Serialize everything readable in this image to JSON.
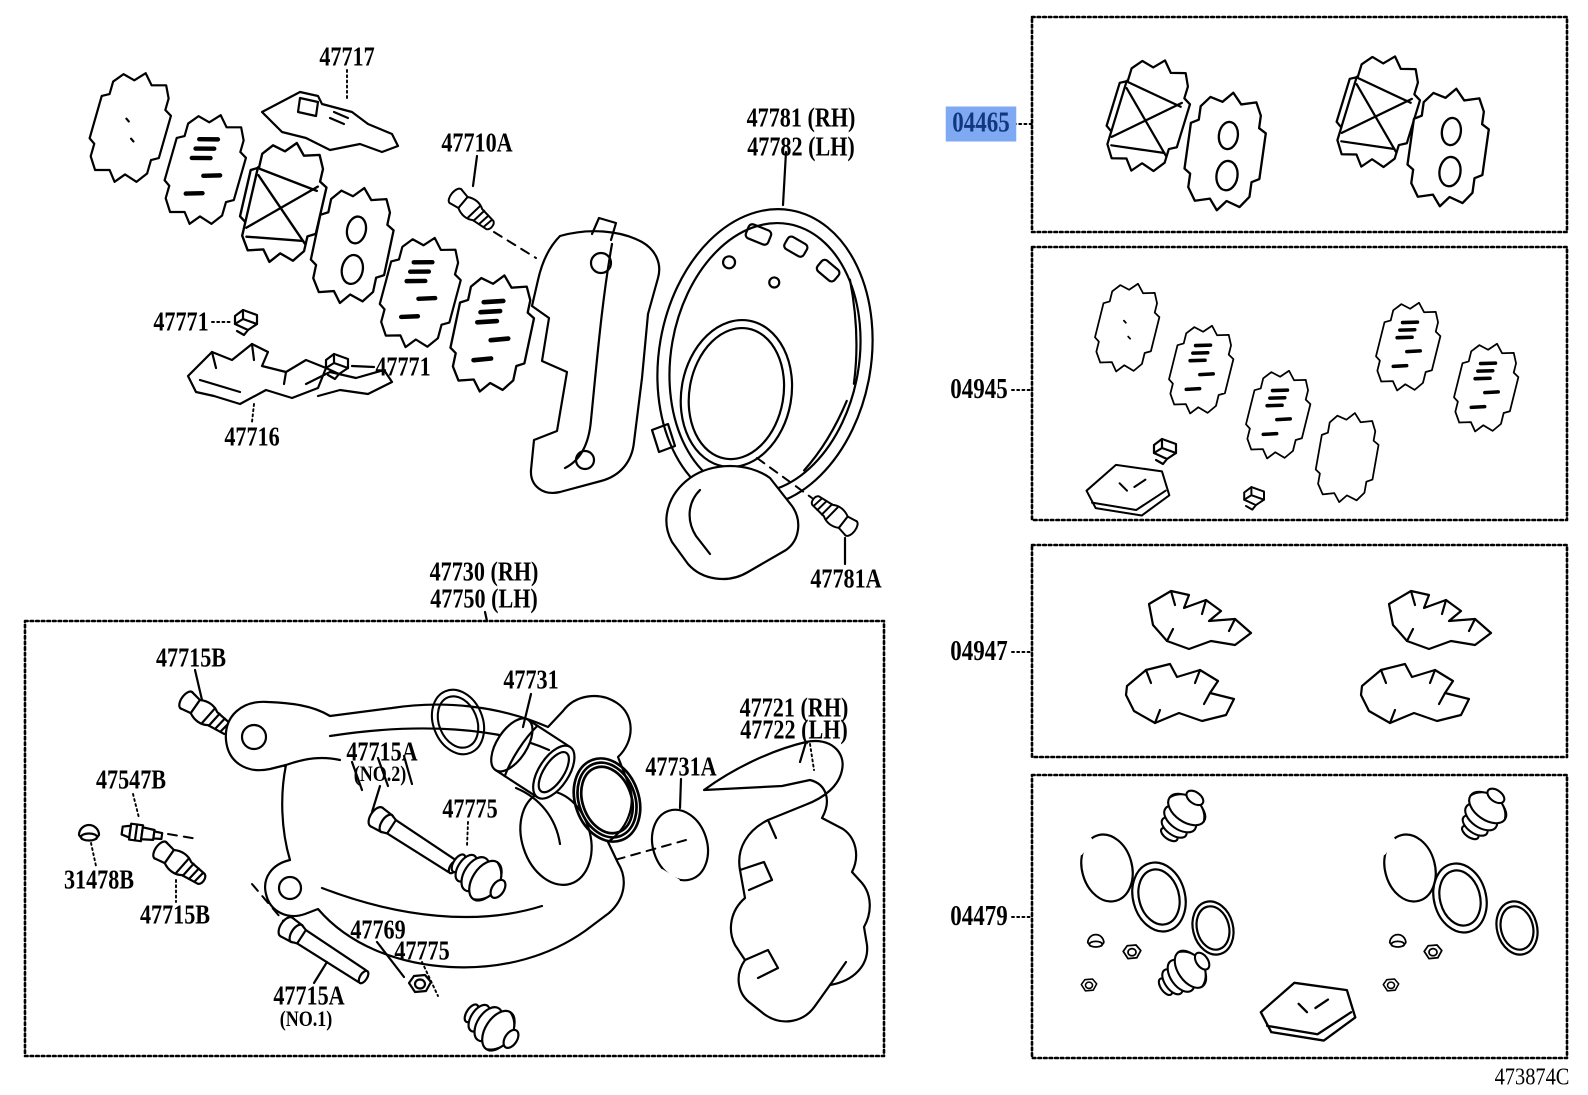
{
  "diagram_code": "473874C",
  "colors": {
    "line": "#000000",
    "highlight_bg": "#7FA9F2",
    "highlight_text": "#12377E"
  },
  "labels": {
    "p47717": "47717",
    "p47710A": "47710A",
    "p47781": "47781 (RH)",
    "p47782": "47782 (LH)",
    "p47771_left": "47771",
    "p47771_right": "47771",
    "p47716": "47716",
    "p47730": "47730 (RH)",
    "p47750": "47750 (LH)",
    "p47781A": "47781A",
    "p47715B_upper": "47715B",
    "p47547B": "47547B",
    "p31478B": "31478B",
    "p47715B_lower": "47715B",
    "p47715A_no2": "47715A",
    "p47715A_no2_sub": "(NO.2)",
    "p47731": "47731",
    "p47775_upper": "47775",
    "p47769": "47769",
    "p47775_lower": "47775",
    "p47715A_no1": "47715A",
    "p47715A_no1_sub": "(NO.1)",
    "p47731A": "47731A",
    "p47721": "47721 (RH)",
    "p47722": "47722 (LH)"
  },
  "kits": [
    {
      "code": "04465",
      "highlighted": true
    },
    {
      "code": "04945",
      "highlighted": false
    },
    {
      "code": "04947",
      "highlighted": false
    },
    {
      "code": "04479",
      "highlighted": false
    }
  ]
}
